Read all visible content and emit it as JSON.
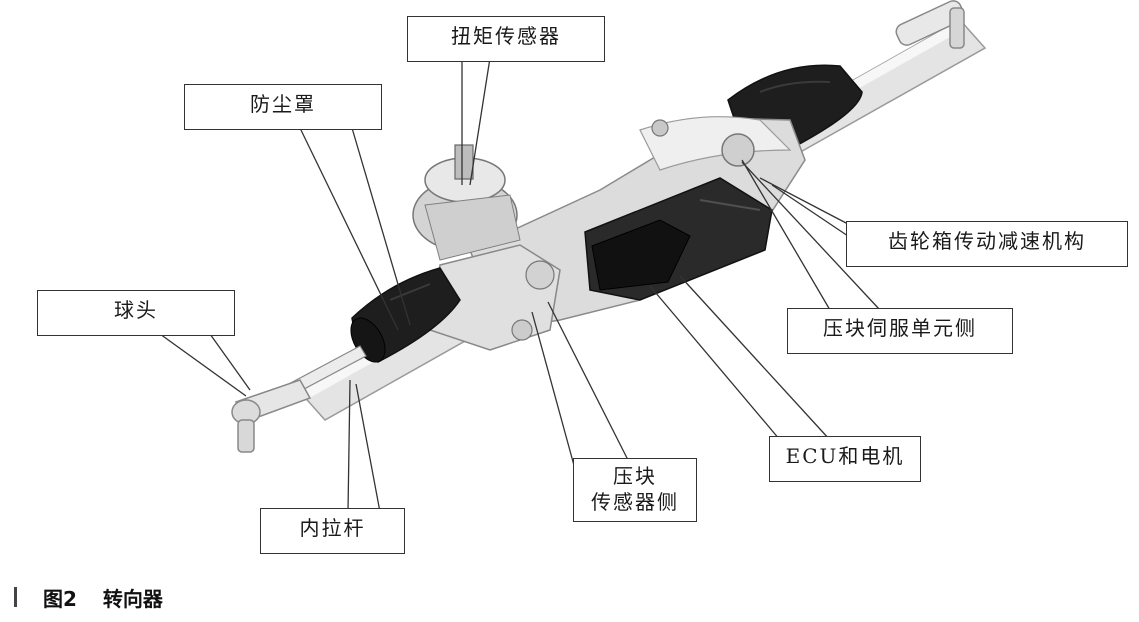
{
  "labels": {
    "torque_sensor": "扭矩传感器",
    "dust_boot": "防尘罩",
    "ball_joint": "球头",
    "gearbox": "齿轮箱传动减速机构",
    "pressure_block_servo": "压块伺服单元侧",
    "ecu_motor": "ECU和电机",
    "pressure_block_sensor_line1": "压块",
    "pressure_block_sensor_line2": "传感器侧",
    "inner_tie_rod": "内拉杆"
  },
  "caption": {
    "figure_number": "图2",
    "title": "转向器"
  },
  "colors": {
    "leader_line": "#333333",
    "boot": "#1e1e1e",
    "housing": "#dcdcdc",
    "housing_shadow": "#a8a8a8"
  }
}
